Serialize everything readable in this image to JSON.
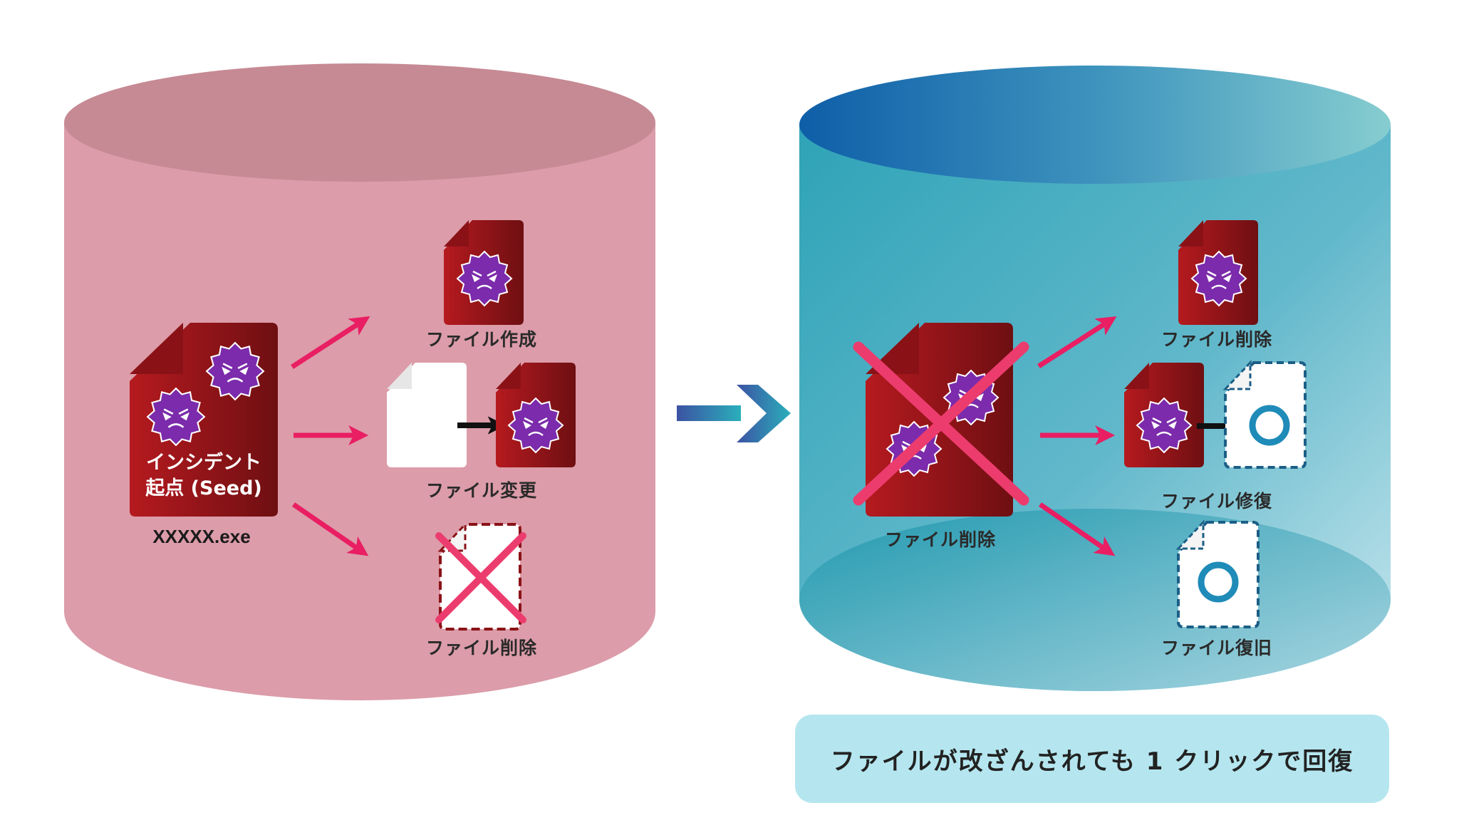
{
  "left": {
    "seed": {
      "line1": "インシデント",
      "line2": "起点 (Seed)",
      "filename": "XXXXX.exe"
    },
    "labels": {
      "create": "ファイル作成",
      "change": "ファイル変更",
      "delete": "ファイル削除"
    }
  },
  "right": {
    "labels": {
      "center_delete": "ファイル削除",
      "delete": "ファイル削除",
      "repair": "ファイル修復",
      "restore": "ファイル復旧"
    }
  },
  "caption": "ファイルが改ざんされても 1 クリックで回復",
  "colors": {
    "left_cylinder": "#dc9ca9",
    "left_top": "#c68a94",
    "malware_file": "#a4151b",
    "virus": "#7b2bab",
    "pink_arrow": "#e91e63",
    "cross": "#ec3c6e",
    "caption_bg": "#b5e6ef",
    "outline_blue": "#1b5e86",
    "ring": "#1f8bb8"
  },
  "icons": {
    "malware_file": "malware-file-icon",
    "virus": "virus-icon",
    "blank_file": "blank-file-icon",
    "deleted_file": "deleted-file-icon",
    "restored_file": "restored-file-icon",
    "cross": "cross-icon",
    "arrow": "arrow-icon"
  }
}
